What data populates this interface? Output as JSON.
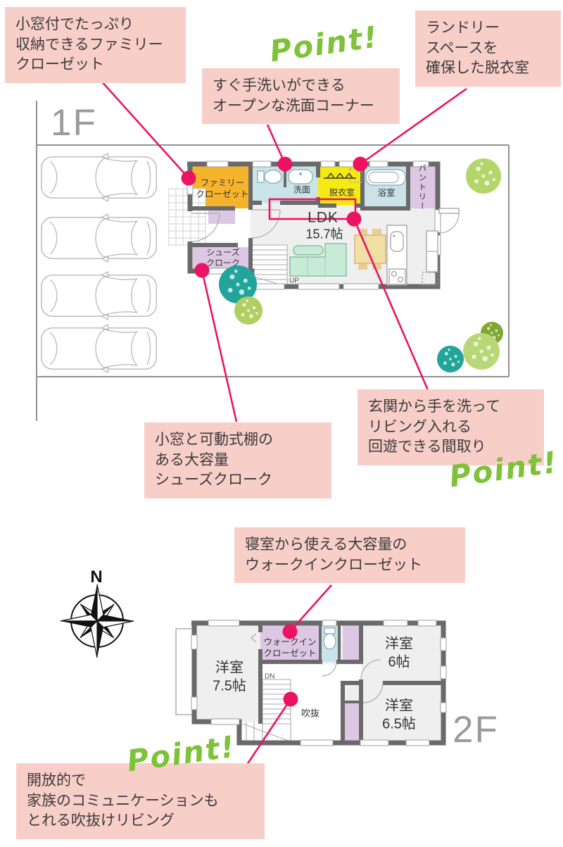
{
  "colors": {
    "accent_pink": "#EC1362",
    "point_green": "#7EC239",
    "callout_bg": "#F8CEC9",
    "wall_gray": "#6A6A6A",
    "room_gray": "#EFEFEF",
    "closet_orange": "#F6B42D",
    "dressing_yellow": "#F7EA12",
    "water_blue": "#C9E3E9",
    "storage_lavender": "#DCC8E4",
    "sofa_mint": "#C7EBD6",
    "table_tan": "#F2DFA3",
    "tree_teal": "#21A49A",
    "tree_light": "#B8D878",
    "tree_olive": "#7FA833",
    "floor_label_gray": "#9B9B9B",
    "car_gray": "#BDBDBD"
  },
  "points": {
    "label": "Point!"
  },
  "callouts": {
    "family_closet": "小窓付でたっぷり\n収納できるファミリー\nクローゼット",
    "washbasin": "すぐ手洗いができる\nオープンな洗面コーナー",
    "laundry": "ランドリー\nスペースを\n確保した脱衣室",
    "circulation": "玄関から手を洗って\nリビング入れる\n回遊できる間取り",
    "shoes_cloak": "小窓と可動式棚の\nある大容量\nシューズクローク",
    "wic": "寝室から使える大容量の\nウォークインクローゼット",
    "void_living": "開放的で\n家族のコミュニケーションも\nとれる吹抜けリビング"
  },
  "floor1": {
    "label": "1F",
    "rooms": {
      "family_closet": "ファミリー\nクローゼット",
      "washroom": "洗面",
      "dressing": "脱衣室",
      "bath": "浴室",
      "pantry": "パントリー",
      "ldk": "LDK",
      "ldk_size": "15.7帖",
      "shoes_cloak": "シューズ\nクローク",
      "up": "UP"
    }
  },
  "floor2": {
    "label": "2F",
    "compass_n": "N",
    "rooms": {
      "wic": "ウォークイン\nクローゼット",
      "bedroom_75": "洋室\n7.5帖",
      "bedroom_6": "洋室\n6帖",
      "bedroom_65": "洋室\n6.5帖",
      "void": "吹抜",
      "dn": "DN"
    }
  }
}
